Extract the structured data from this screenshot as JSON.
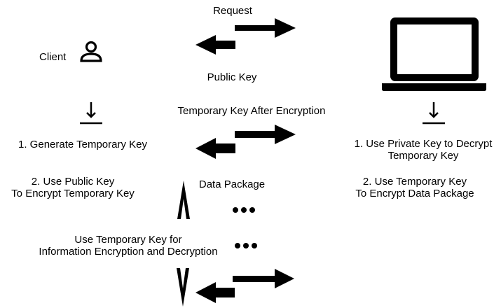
{
  "labels": {
    "request": "Request",
    "public_key": "Public Key",
    "temp_key_after_encryption": "Temporary Key After Encryption",
    "data_package": "Data Package",
    "client": "Client"
  },
  "client_steps": {
    "step1": "1. Generate Temporary Key",
    "step2_line1": "2. Use Public Key",
    "step2_line2": "To Encrypt Temporary Key"
  },
  "server_steps": {
    "step1_line1": "1. Use Private Key to Decrypt",
    "step1_line2": "Temporary Key",
    "step2_line1": "2. Use Temporary Key",
    "step2_line2": "To Encrypt Data Package"
  },
  "note": {
    "line1": "Use Temporary Key for",
    "line2": "Information Encryption and Decryption"
  },
  "icons": {
    "client": "person-icon",
    "server": "laptop-icon",
    "ellipsis": "ellipsis-icon"
  }
}
